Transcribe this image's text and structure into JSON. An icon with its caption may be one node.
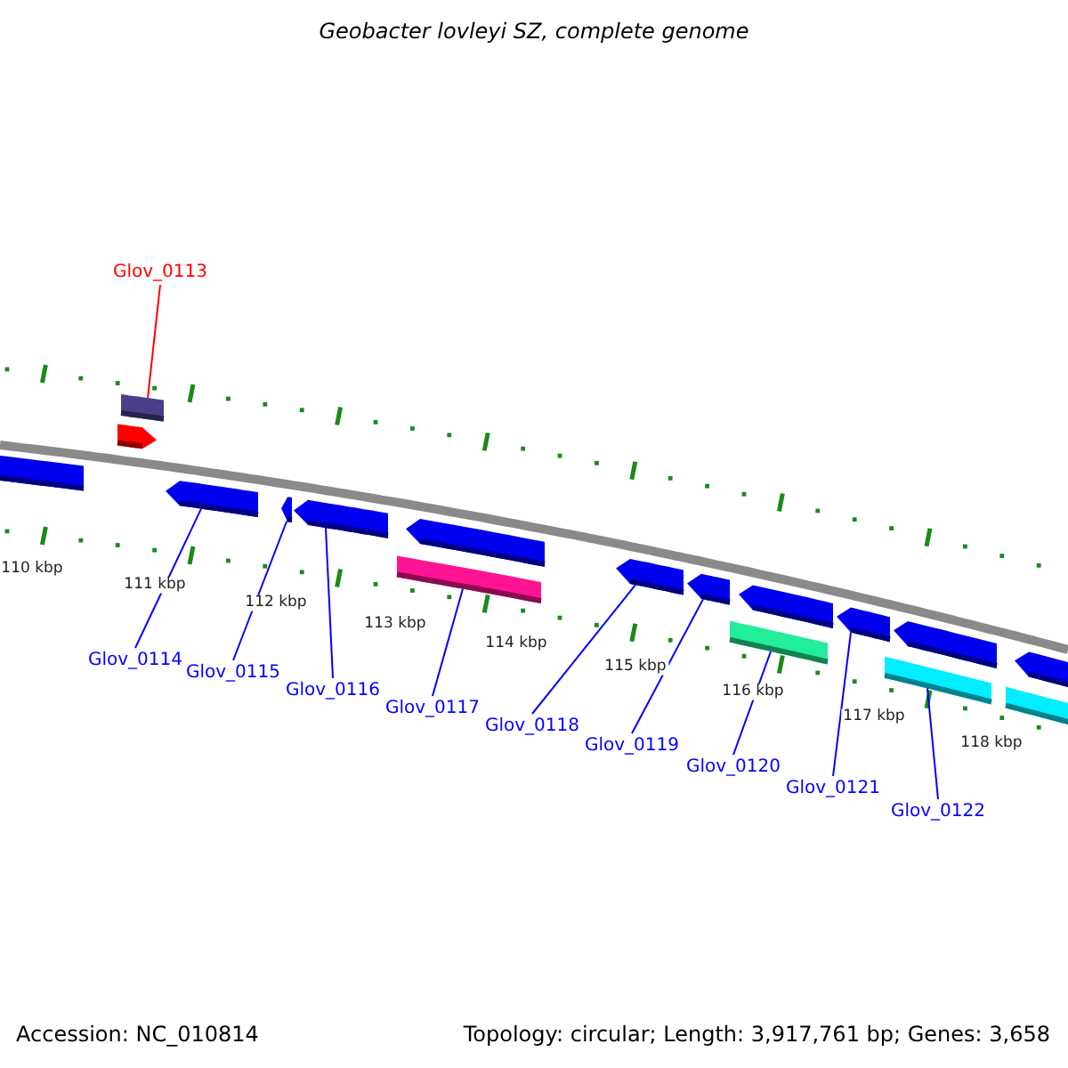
{
  "diagram": {
    "title": "Geobacter lovleyi SZ, complete genome",
    "nodes": [
      {
        "text": [
          "Glov_0113"
        ]
      },
      {
        "text": [
          "Glov_0114"
        ]
      },
      {
        "text": [
          "Glov_0115"
        ]
      },
      {
        "text": [
          "Glov_0116"
        ]
      },
      {
        "text": [
          "Glov_0117"
        ]
      },
      {
        "text": [
          "Glov_0118"
        ]
      },
      {
        "text": [
          "Glov_0119"
        ]
      },
      {
        "text": [
          "Glov_0120"
        ]
      },
      {
        "text": [
          "Glov_0121"
        ]
      },
      {
        "text": [
          "Glov_0122"
        ]
      },
      {
        "text": [],
        "shape": "arrow"
      },
      {
        "text": [],
        "shape": "box"
      },
      {
        "text": [],
        "shape": "arrow"
      },
      {
        "text": [],
        "shape": "arrow"
      },
      {
        "text": [],
        "shape": "arrow"
      },
      {
        "text": [],
        "shape": "arrow"
      },
      {
        "text": [],
        "shape": "bar"
      },
      {
        "text": [],
        "shape": "arrow"
      },
      {
        "text": [],
        "shape": "arrow"
      },
      {
        "text": [],
        "shape": "arrow"
      },
      {
        "text": [],
        "shape": "bar"
      },
      {
        "text": [],
        "shape": "arrow"
      },
      {
        "text": [],
        "shape": "arrow"
      },
      {
        "text": [],
        "shape": "bar"
      },
      {
        "text": [],
        "shape": "arrow"
      },
      {
        "text": [],
        "shape": "bar"
      },
      {
        "text": [],
        "shape": "arrow"
      }
    ],
    "edges": [
      {
        "from": 0,
        "to": 11,
        "arrow": "none",
        "color": "#ff0000"
      },
      {
        "from": 1,
        "to": 13,
        "arrow": "none"
      },
      {
        "from": 2,
        "to": 14,
        "arrow": "none"
      },
      {
        "from": 3,
        "to": 15,
        "arrow": "none"
      },
      {
        "from": 4,
        "to": 16,
        "arrow": "none"
      },
      {
        "from": 5,
        "to": 18,
        "arrow": "none"
      },
      {
        "from": 6,
        "to": 19,
        "arrow": "none"
      },
      {
        "from": 7,
        "to": 20,
        "arrow": "none"
      },
      {
        "from": 8,
        "to": 22,
        "arrow": "none"
      },
      {
        "from": 9,
        "to": 23,
        "arrow": "none"
      }
    ],
    "labels": [
      "110 kbp",
      "111 kbp",
      "112 kbp",
      "113 kbp",
      "114 kbp",
      "115 kbp",
      "116 kbp",
      "117 kbp",
      "118 kbp",
      "Accession: NC_010814",
      "Topology: circular; Length: 3,917,761 bp; Genes: 3,658"
    ]
  }
}
